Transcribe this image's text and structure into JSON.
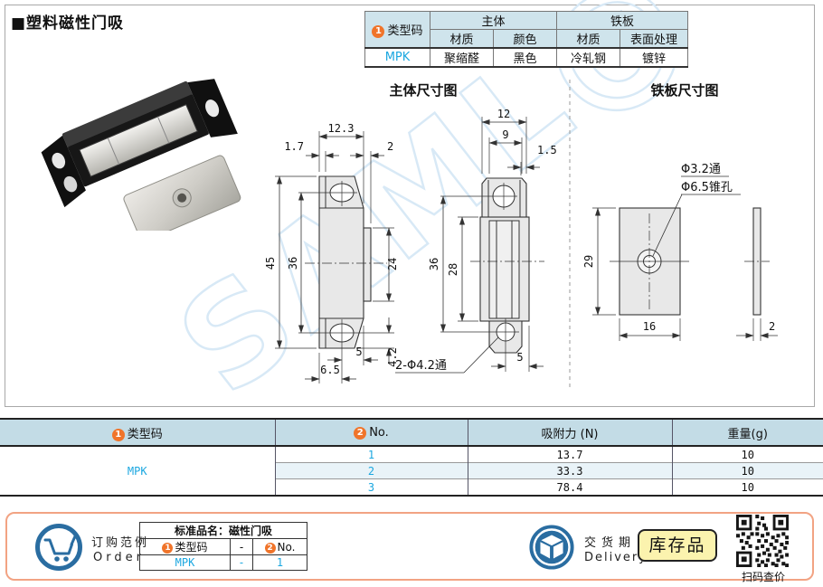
{
  "page": {
    "title": "■塑料磁性门吸"
  },
  "spec_table": {
    "type_code_badge": "1",
    "type_code_label": "类型码",
    "group1": "主体",
    "group2": "铁板",
    "sub1": "材质",
    "sub2": "颜色",
    "sub3": "材质",
    "sub4": "表面处理",
    "code": "MPK",
    "v1": "聚缩醛",
    "v2": "黑色",
    "v3": "冷轧钢",
    "v4": "镀锌"
  },
  "drawings": {
    "main_title": "主体尺寸图",
    "plate_title": "铁板尺寸图",
    "watermark": "SAML@",
    "side": {
      "w": "12.3",
      "lip": "1.7",
      "t": "2",
      "h_total": "45",
      "h_holes": "36",
      "h_magnet": "24",
      "h_bottom": "4.2",
      "b_right": "5",
      "b_left": "6.5"
    },
    "front": {
      "w": "12",
      "w_inner": "9",
      "wall": "1.5",
      "h_holes": "36",
      "h_body": "28",
      "holes_note": "2-Φ4.2通",
      "b_right": "5"
    },
    "plate": {
      "note_hole": "Φ3.2通",
      "note_sink": "Φ6.5锥孔",
      "h": "29",
      "w": "16",
      "t": "2"
    }
  },
  "data_table": {
    "h_code_badge": "1",
    "h_code": "类型码",
    "h_no_badge": "2",
    "h_no": "No.",
    "h_force": "吸附力 (N)",
    "h_weight": "重量(g)",
    "code": "MPK",
    "rows": [
      {
        "no": "1",
        "force": "13.7",
        "weight": "10"
      },
      {
        "no": "2",
        "force": "33.3",
        "weight": "10"
      },
      {
        "no": "3",
        "force": "78.4",
        "weight": "10"
      }
    ]
  },
  "order": {
    "label_cn": "订购范例",
    "label_en": "Order",
    "std_name": "标准品名：磁性门吸",
    "col_code_badge": "1",
    "col_code": "类型码",
    "dash": "-",
    "col_no_badge": "2",
    "col_no": "No.",
    "val_code": "MPK",
    "val_dash": "-",
    "val_no": "1",
    "delivery_cn": "交货期",
    "delivery_en": "Delivery",
    "stock": "库存品",
    "qr_caption": "扫码查价"
  },
  "colors": {
    "accent_orange": "#f0742a",
    "link_blue": "#1ba7e0",
    "header_bg": "#c3dce6",
    "row_alt": "#e9f3f8",
    "order_border": "#f2a383",
    "stock_bg": "#fbf3ae",
    "icon_blue": "#2a6da1",
    "watermark": "#d8e9f6"
  }
}
